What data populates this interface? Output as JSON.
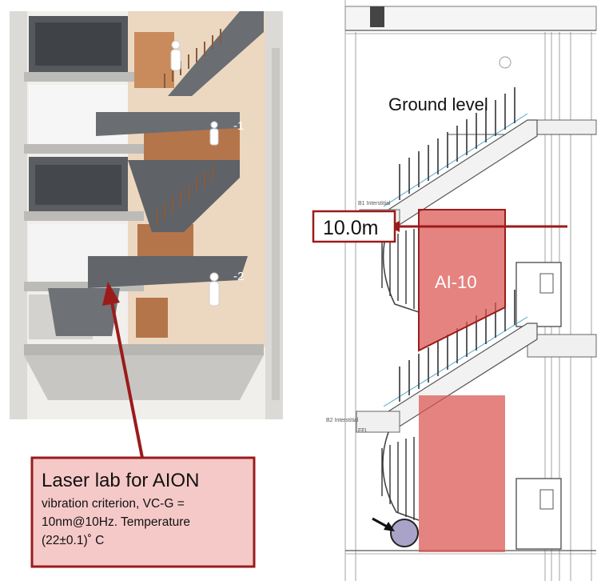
{
  "colors": {
    "accent_red": "#9b1b1b",
    "highlight_fill": "#d9534f",
    "callout_fill": "#f6c9c9",
    "wall": "#e8e6e3",
    "floor_slab": "#9a9898",
    "stair_gray": "#6a6d72",
    "wood": "#b5754a",
    "marker_fill": "#a9a3c8"
  },
  "left_cutaway": {
    "level_labels": [
      "-1",
      "-2"
    ]
  },
  "callout": {
    "title": "Laser lab for AION",
    "line1": "vibration criterion, VC-G =",
    "line2": "10nm@10Hz. Temperature",
    "line3": "(22±0.1)˚ C"
  },
  "right_section": {
    "ground_label": "Ground level",
    "depth_label": "10.0m",
    "zone_label": "AI-10",
    "b1_label": "B1 Interstitial",
    "b2_label": "B2 Interstitial",
    "ffl_label": "FFL"
  }
}
